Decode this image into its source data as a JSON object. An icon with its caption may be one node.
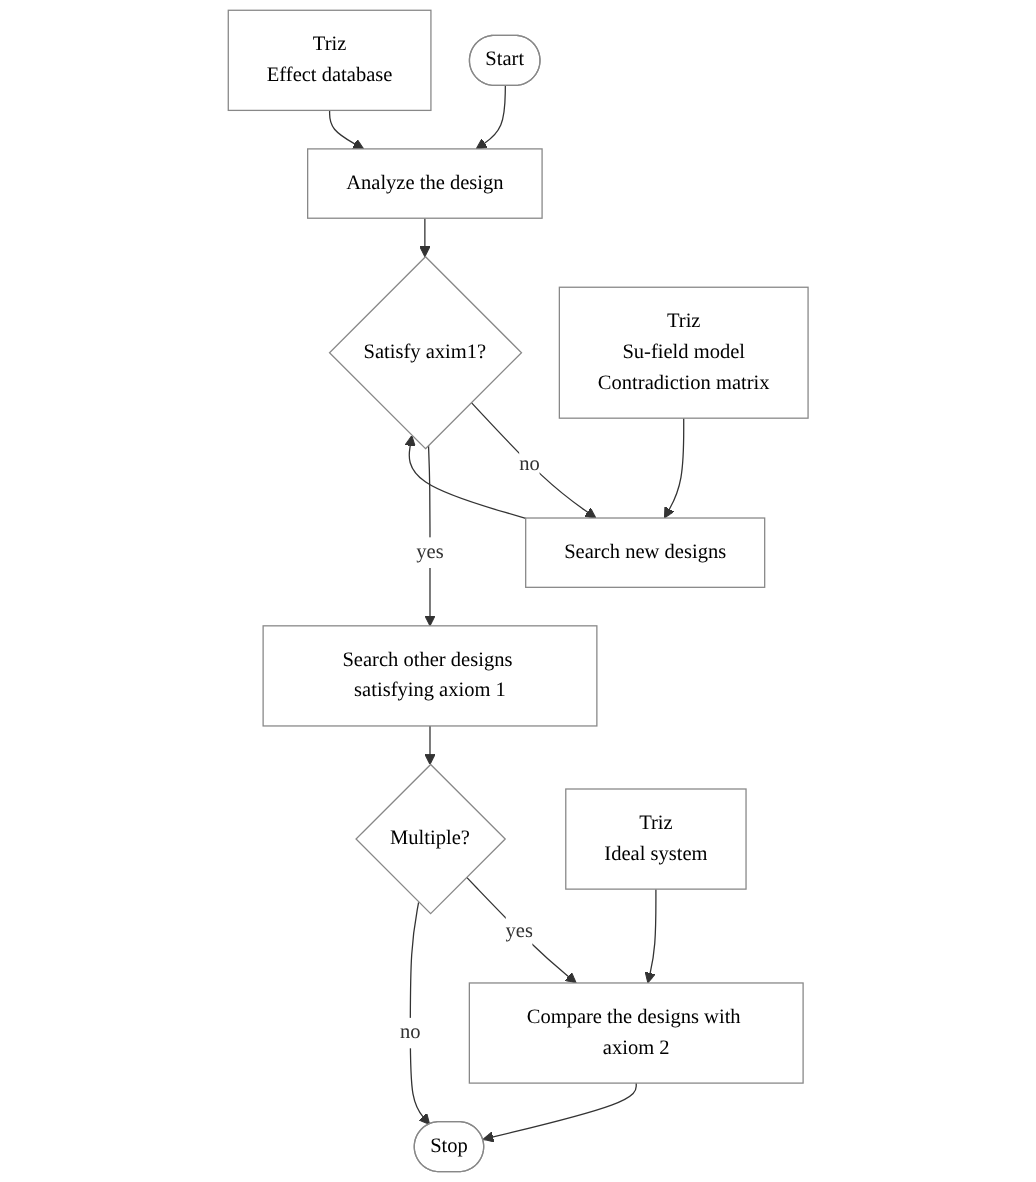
{
  "diagram": {
    "nodes": [
      {
        "text": [
          "Start"
        ]
      },
      {
        "text": [
          "Analyze the design"
        ]
      },
      {
        "text": [
          "Triz",
          "Effect database"
        ]
      },
      {
        "text": [
          "Satisfy axim1?"
        ]
      },
      {
        "text": [
          "Search new designs"
        ]
      },
      {
        "text": [
          "Search other designs satisfying axiom 1"
        ]
      },
      {
        "text": [
          "Triz",
          "Su-field model",
          "Contradiction matrix"
        ]
      },
      {
        "text": [
          "Multiple?"
        ]
      },
      {
        "text": [
          "Compare the designs with axiom 2"
        ]
      },
      {
        "text": [
          "Stop"
        ]
      },
      {
        "text": [
          "Triz",
          "Ideal system"
        ]
      }
    ],
    "edges": [
      {
        "from": 0,
        "to": 1,
        "arrow": "to"
      },
      {
        "from": 2,
        "to": 1,
        "arrow": "to"
      },
      {
        "from": 1,
        "to": 3,
        "arrow": "to"
      },
      {
        "from": 3,
        "to": 4,
        "arrow": "to",
        "label": "no"
      },
      {
        "from": 4,
        "to": 3,
        "arrow": "to"
      },
      {
        "from": 6,
        "to": 4,
        "arrow": "to"
      },
      {
        "from": 3,
        "to": 5,
        "arrow": "to",
        "label": "yes"
      },
      {
        "from": 5,
        "to": 7,
        "arrow": "to"
      },
      {
        "from": 7,
        "to": 8,
        "arrow": "to",
        "label": "yes"
      },
      {
        "from": 10,
        "to": 8,
        "arrow": "to"
      },
      {
        "from": 8,
        "to": 9,
        "arrow": "to"
      },
      {
        "from": 7,
        "to": 9,
        "arrow": "to",
        "label": "no"
      }
    ]
  }
}
